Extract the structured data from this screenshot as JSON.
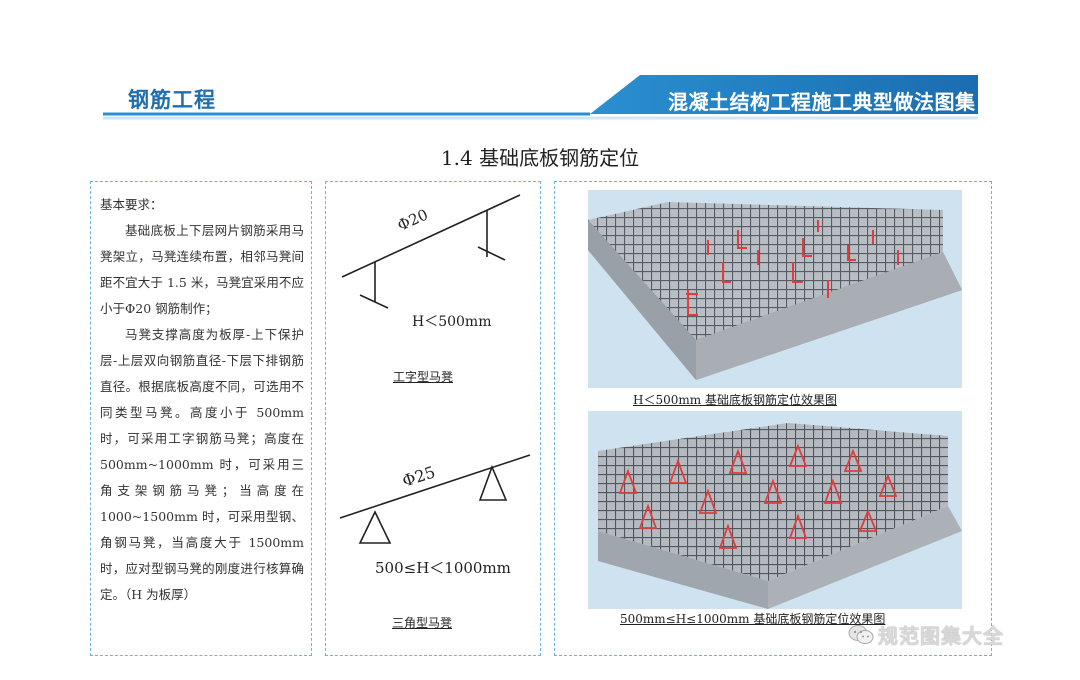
{
  "header": {
    "section": "钢筋工程",
    "book_title": "混凝土结构工程施工典型做法图集",
    "accent_color": "#1f6fae"
  },
  "page_title": "1.4 基础底板钢筋定位",
  "requirements": {
    "heading": "基本要求：",
    "para1": "基础底板上下层网片钢筋采用马凳架立，马凳连续布置，相邻马凳间距不宜大于 1.5 米，马凳宜采用不应小于Φ20 钢筋制作；",
    "para2": "马凳支撑高度为板厚-上下保护层-上层双向钢筋直径-下层下排钢筋直径。根据底板高度不同，可选用不同类型马凳。高度小于 500mm 时，可采用工字钢筋马凳；高度在 500mm~1000mm 时，可采用三角支架钢筋马凳；当高度在 1000~1500mm 时，可采用型钢、角钢马凳，当高度大于 1500mm 时，应对型钢马凳的刚度进行核算确定。（H 为板厚）"
  },
  "drawings": {
    "i_type": {
      "bar_label": "Φ20",
      "height_label": "H＜500mm",
      "caption": "工字型马凳"
    },
    "tri_type": {
      "bar_label": "Φ25",
      "height_label": "500≤H＜1000mm",
      "caption": "三角型马凳"
    }
  },
  "renders": {
    "top_caption": "H＜500mm 基础底板钢筋定位效果图",
    "bottom_caption": "500mm≤H≤1000mm 基础底板钢筋定位效果图"
  },
  "watermark": "规范图集大全"
}
